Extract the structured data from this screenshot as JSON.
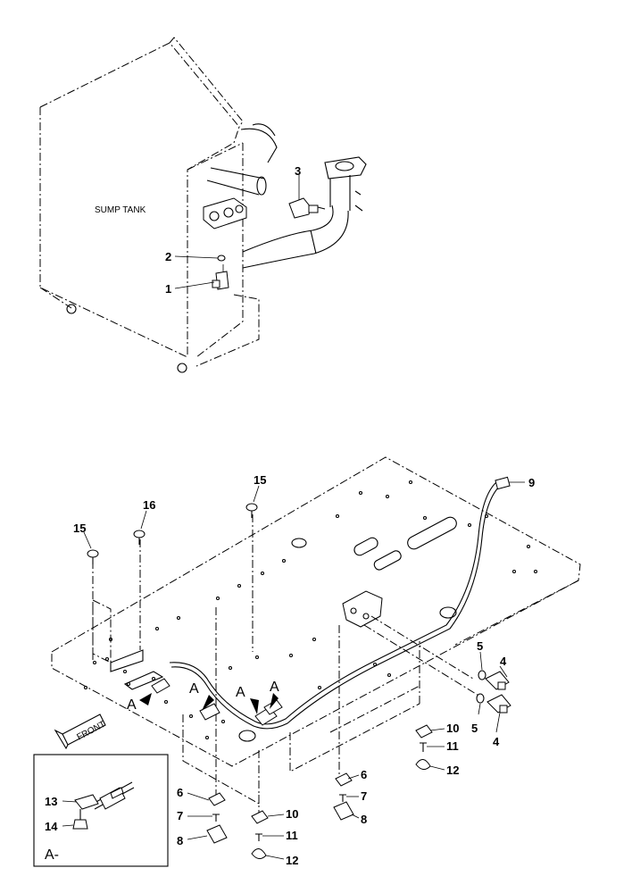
{
  "labels": {
    "sump_tank": "SUMP TANK",
    "front": "FRONT",
    "detail_view": "A-",
    "view_marker": "A"
  },
  "callouts": [
    "1",
    "2",
    "3",
    "4",
    "5",
    "6",
    "7",
    "8",
    "9",
    "10",
    "11",
    "12",
    "13",
    "14",
    "15",
    "16"
  ]
}
